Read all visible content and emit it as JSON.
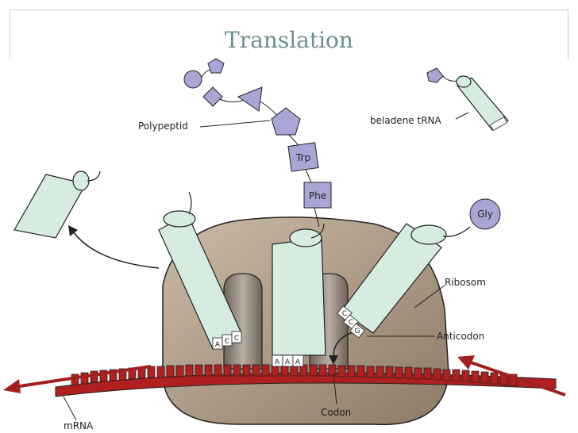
{
  "title": "Translation",
  "labels": {
    "polypeptid": "Polypeptid",
    "beladene_trna": "beladene tRNA",
    "ribosom": "Ribosom",
    "anticodon": "Anticodon",
    "codon": "Codon",
    "mrna": "mRNA"
  },
  "amino_acids": {
    "trp": "Trp",
    "phe": "Phe",
    "gly": "Gly"
  },
  "anticodons": {
    "left": [
      "A",
      "C",
      "C"
    ],
    "middle": [
      "A",
      "A",
      "A"
    ],
    "right": [
      "C",
      "C",
      "G"
    ]
  },
  "colors": {
    "trna_fill": "#d6ece0",
    "amino_fill": "#a9a6d6",
    "ribosome_fill": "#b8a894",
    "ribosome_shadow": "#7a6a58",
    "mrna": "#b02020",
    "arrow": "#a02020"
  }
}
